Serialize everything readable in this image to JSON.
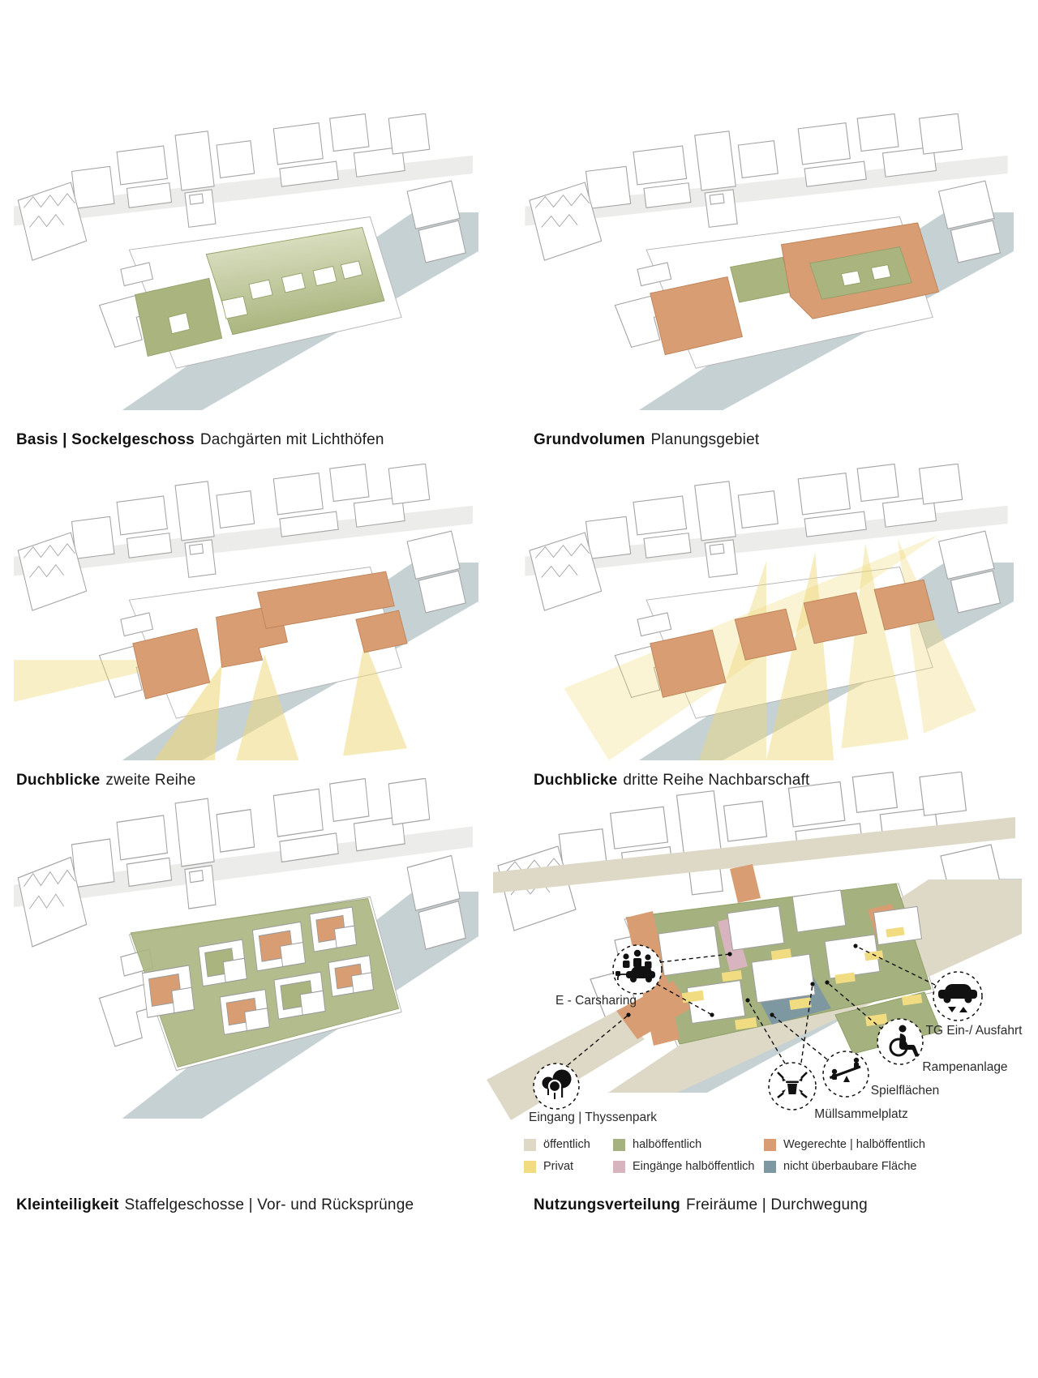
{
  "page": {
    "background": "#ffffff"
  },
  "panels": [
    {
      "caption_bold": "Basis | Sockelgeschoss",
      "caption_rest": "Dachgärten mit Lichthöfen"
    },
    {
      "caption_bold": "Grundvolumen",
      "caption_rest": "Planungsgebiet"
    },
    {
      "caption_bold": "Duchblicke",
      "caption_rest": "zweite Reihe"
    },
    {
      "caption_bold": "Duchblicke",
      "caption_rest": "dritte Reihe Nachbarschaft"
    },
    {
      "caption_bold": "Kleinteiligkeit",
      "caption_rest": "Staffelgeschosse | Vor- und Rücksprünge"
    },
    {
      "caption_bold": "Nutzungsverteilung",
      "caption_rest": "Freiräume | Durchwegung"
    }
  ],
  "annotations": {
    "carsharing": "E - Carsharing",
    "entrance_park": "Eingang | Thyssenpark",
    "garage": "TG Ein-/ Ausfahrt",
    "ramp": "Rampenanlage",
    "play": "Spielflächen",
    "waste": "Müllsammelplatz"
  },
  "legend": {
    "items": [
      {
        "label": "öffentlich",
        "color": "#ded8c6"
      },
      {
        "label": "halböffentlich",
        "color": "#a6b180"
      },
      {
        "label": "Wegerechte | halböffentlich",
        "color": "#d89d72"
      },
      {
        "label": "Privat",
        "color": "#f1dc82"
      },
      {
        "label": "Eingänge halböffentlich",
        "color": "#d8b4bf"
      },
      {
        "label": "nicht überbaubare Fläche",
        "color": "#7e98a1"
      }
    ]
  },
  "colors": {
    "roof_green": "#a9b47e",
    "volume_orange": "#d89d72",
    "view_yellow": "#eed672",
    "river": "#c6d1d4",
    "road_gray": "#ececea",
    "public_beige": "#ded8c6",
    "private_yellow": "#f1dc82",
    "entrance_pink": "#d8b4bf",
    "no_build_slate": "#7e98a1"
  }
}
